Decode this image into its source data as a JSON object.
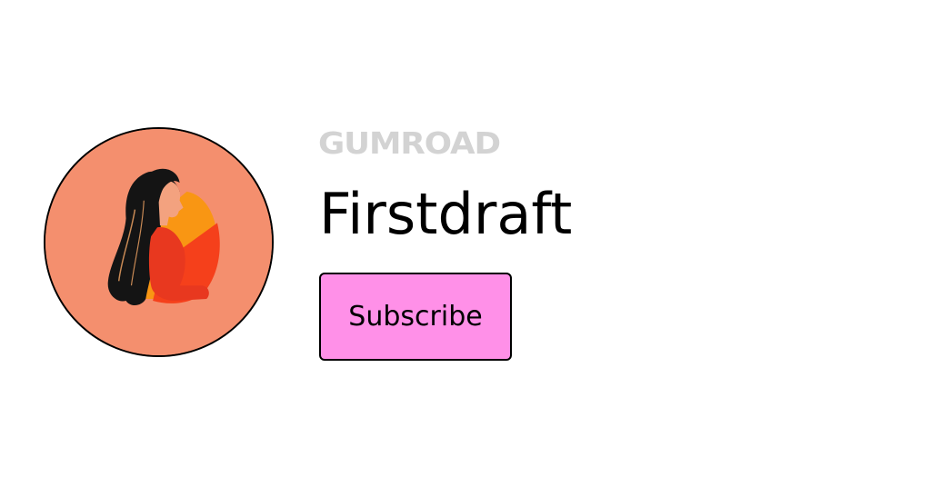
{
  "profile": {
    "avatar_alt": "Illustration of a woman with long dark hair in a red sweater",
    "avatar_colors": {
      "background": "#f48f6e",
      "sun_orange": "#f99613",
      "sun_red": "#f5401b",
      "hair": "#141414",
      "sweater": "#e8381f",
      "skin": "#f3a27f"
    }
  },
  "brand": {
    "name": "GUMROAD",
    "color": "#d3d3d3"
  },
  "title": "Firstdraft",
  "subscribe_button": {
    "label": "Subscribe",
    "background": "#ff90e8",
    "border": "#000000"
  }
}
